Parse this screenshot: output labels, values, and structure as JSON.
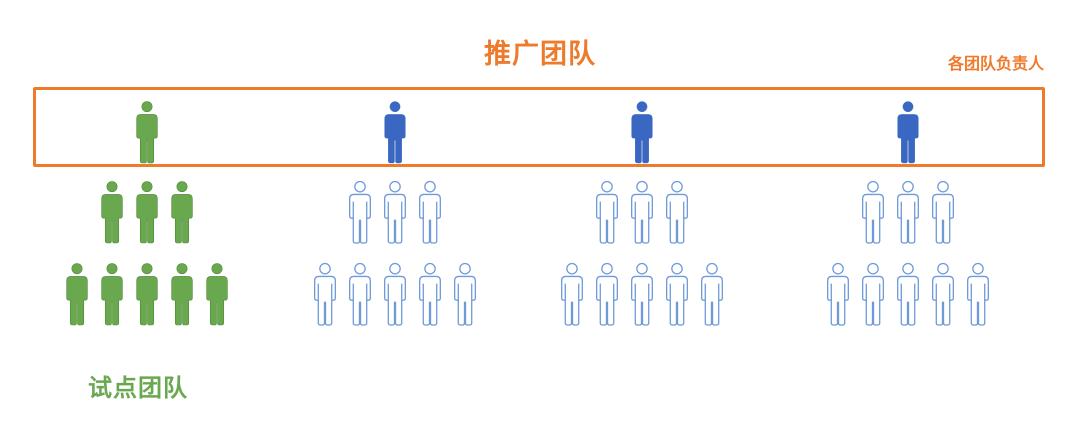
{
  "title": "推广团队",
  "heads_label": "各团队负责人",
  "pilot_label": "试点团队",
  "colors": {
    "accent_orange": "#ee7a2b",
    "pilot_green": "#6aa84f",
    "pilot_green_dark": "#4f8a35",
    "leader_blue": "#3a67c2",
    "member_outline_blue": "#6f9ad8"
  },
  "icons": {
    "person": "person-icon"
  },
  "teams": [
    {
      "id": "pilot",
      "leader_style": "filled-green",
      "member_style": "filled-green",
      "member_rows": [
        3,
        5
      ]
    },
    {
      "id": "team-2",
      "leader_style": "filled-blue",
      "member_style": "outline-blue",
      "member_rows": [
        3,
        5
      ]
    },
    {
      "id": "team-3",
      "leader_style": "filled-blue",
      "member_style": "outline-blue",
      "member_rows": [
        3,
        5
      ]
    },
    {
      "id": "team-4",
      "leader_style": "filled-blue",
      "member_style": "outline-blue",
      "member_rows": [
        3,
        5
      ]
    }
  ]
}
